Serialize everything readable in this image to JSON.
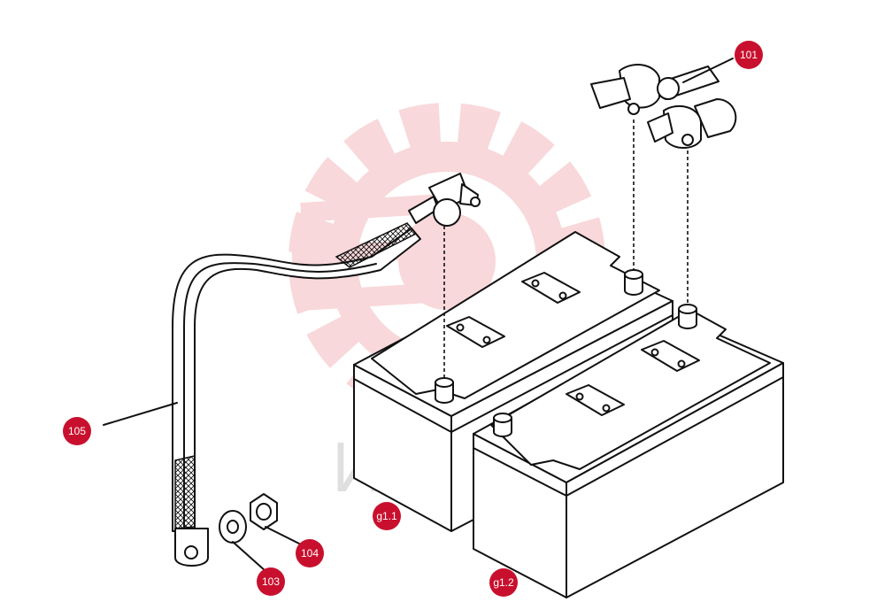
{
  "watermark": {
    "text": "ИНТЕХ",
    "logo": "gear-logo"
  },
  "colors": {
    "callout": "#c8102e",
    "callout_text": "#ffffff",
    "logo": "#f4b9bd",
    "line": "#111111"
  },
  "callouts": {
    "c101": "101",
    "c103": "103",
    "c104": "104",
    "c105": "105",
    "g11": "g1.1",
    "g12": "g1.2"
  }
}
